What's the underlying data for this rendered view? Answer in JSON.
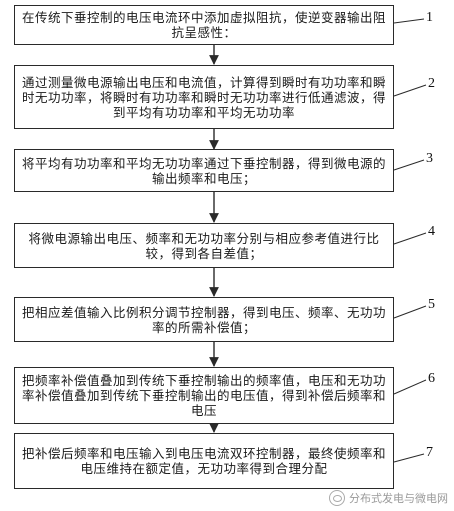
{
  "steps": [
    {
      "text": "在传统下垂控制的电压电流环中添加虚拟阻抗，使逆变器输出阻抗呈感性：",
      "num": "1"
    },
    {
      "text": "通过测量微电源输出电压和电流值，计算得到瞬时有功功率和瞬时无功功率，将瞬时有功功率和瞬时无功功率进行低通滤波，得到平均有功功率和平均无功功率",
      "num": "2"
    },
    {
      "text": "将平均有功功率和平均无功功率通过下垂控制器，得到微电源的输出频率和电压；",
      "num": "3"
    },
    {
      "text": "将微电源输出电压、频率和无功功率分别与相应参考值进行比较，得到各自差值；",
      "num": "4"
    },
    {
      "text": "把相应差值输入比例积分调节控制器，得到电压、频率、无功功率的所需补偿值；",
      "num": "5"
    },
    {
      "text": "把频率补偿值叠加到传统下垂控制输出的频率值，电压和无功功率补偿值叠加到传统下垂控制输出的电压值，得到补偿后频率和电压",
      "num": "6"
    },
    {
      "text": "把补偿后频率和电压输入到电压电流双环控制器，最终使频率和电压维持在额定值，无功功率得到合理分配",
      "num": "7"
    }
  ],
  "watermark": {
    "text": "分布式发电与微电网",
    "icon": "wechat-icon"
  }
}
